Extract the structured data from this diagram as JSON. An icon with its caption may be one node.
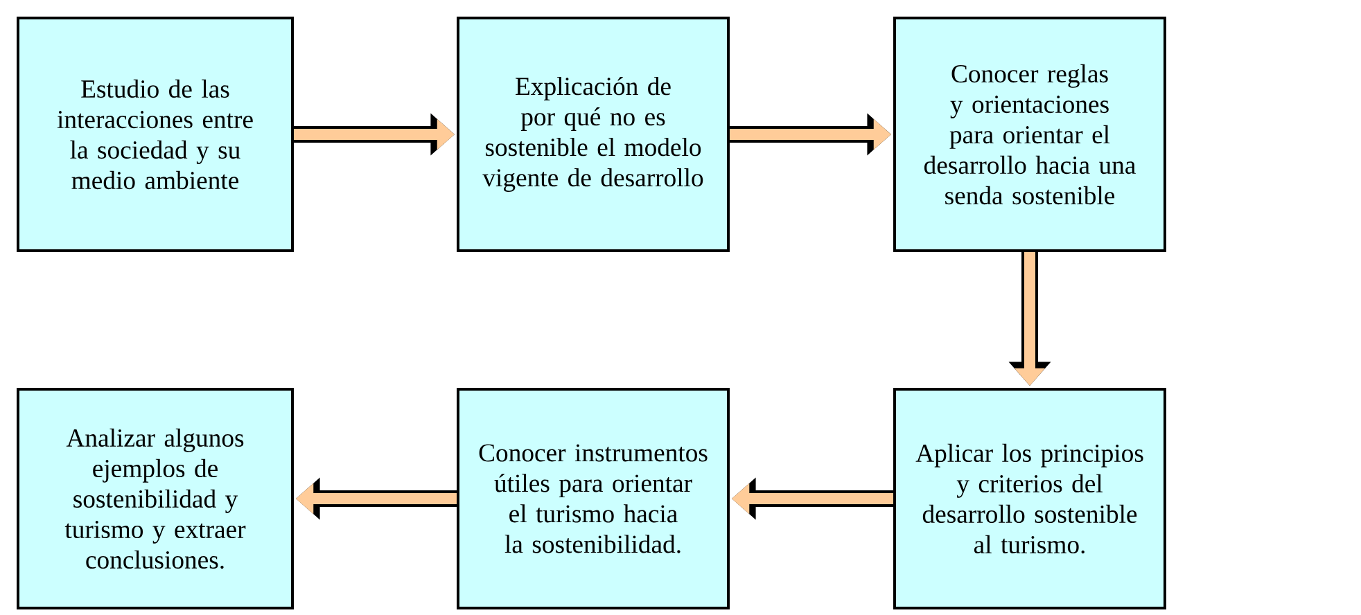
{
  "diagram": {
    "nodes": [
      {
        "text": [
          "Estudio de las interacciones entre la sociedad y su medio ambiente"
        ]
      },
      {
        "text": [
          "Explicación de por qué no es sostenible el modelo vigente de desarrollo"
        ]
      },
      {
        "text": [
          "Conocer reglas y orientaciones para orientar el desarrollo hacia una senda sostenible"
        ]
      },
      {
        "text": [
          "Analizar algunos ejemplos de sostenibilidad y turismo y extraer conclusiones."
        ]
      },
      {
        "text": [
          "Conocer instrumentos útiles para orientar el turismo hacia la sostenibilidad."
        ]
      },
      {
        "text": [
          "Aplicar los principios y criterios del desarrollo sostenible al turismo."
        ]
      }
    ],
    "edges": [
      {
        "from": 0,
        "to": 1,
        "arrow": "to"
      },
      {
        "from": 1,
        "to": 2,
        "arrow": "to"
      },
      {
        "from": 2,
        "to": 5,
        "arrow": "to"
      },
      {
        "from": 5,
        "to": 4,
        "arrow": "to"
      },
      {
        "from": 4,
        "to": 3,
        "arrow": "to"
      }
    ]
  }
}
